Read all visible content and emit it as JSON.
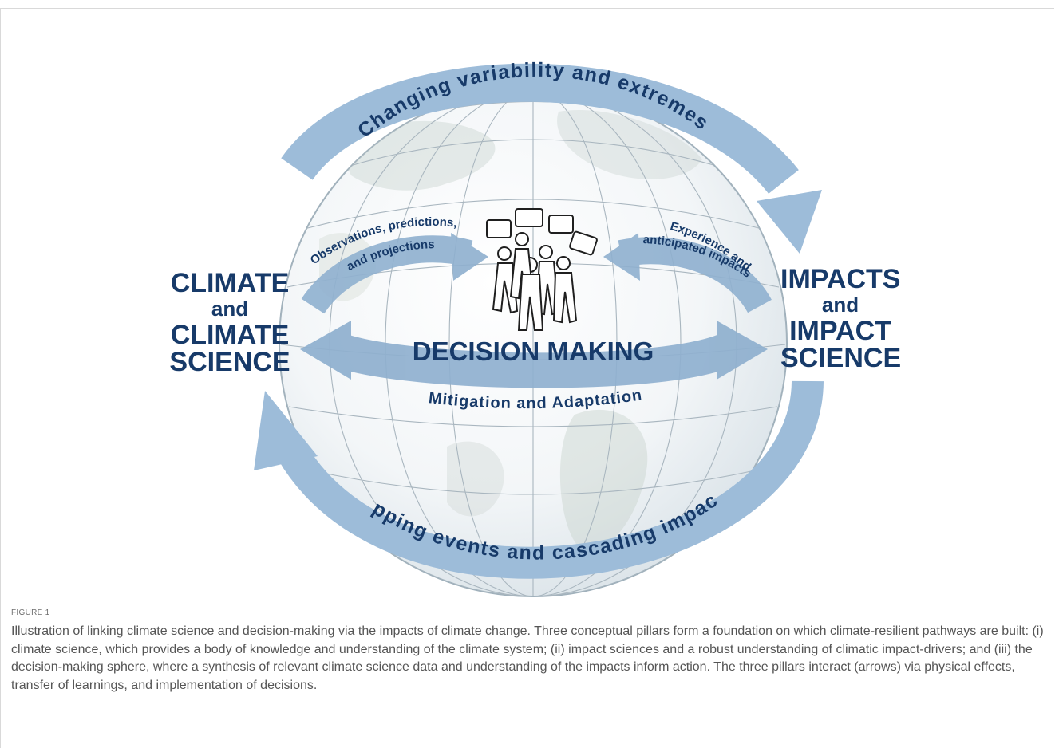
{
  "figure": {
    "pillars": {
      "left": {
        "line1": "CLIMATE",
        "line2": "and",
        "line3": "CLIMATE",
        "line4": "SCIENCE"
      },
      "right": {
        "line1": "IMPACTS",
        "line2": "and",
        "line3": "IMPACT",
        "line4": "SCIENCE"
      }
    },
    "center_title": "DECISION MAKING",
    "center_subtitle": "Mitigation and Adaptation",
    "top_arc_text": "Changing variability and extremes",
    "bottom_arc_text": "Tipping events and cascading impacts",
    "left_arrow_text": {
      "line1": "Observations, predictions,",
      "line2": "and projections"
    },
    "right_arrow_text": {
      "line1": "Experience and",
      "line2": "anticipated impacts"
    },
    "colors": {
      "arrow_blue": "#9dbcd9",
      "text_navy": "#173a69",
      "globe_edge": "#8fa6b5"
    }
  },
  "caption": {
    "label": "FIGURE 1",
    "text": "Illustration of linking climate science and decision-making via the impacts of climate change. Three conceptual pillars form a foundation on which climate-resilient pathways are built: (i) climate science, which provides a body of knowledge and understanding of the climate system; (ii) impact sciences and a robust understanding of climatic impact-drivers; and (iii) the decision-making sphere, where a synthesis of relevant climate science data and understanding of the impacts inform action. The three pillars interact (arrows) via physical effects, transfer of learnings, and implementation of decisions."
  }
}
